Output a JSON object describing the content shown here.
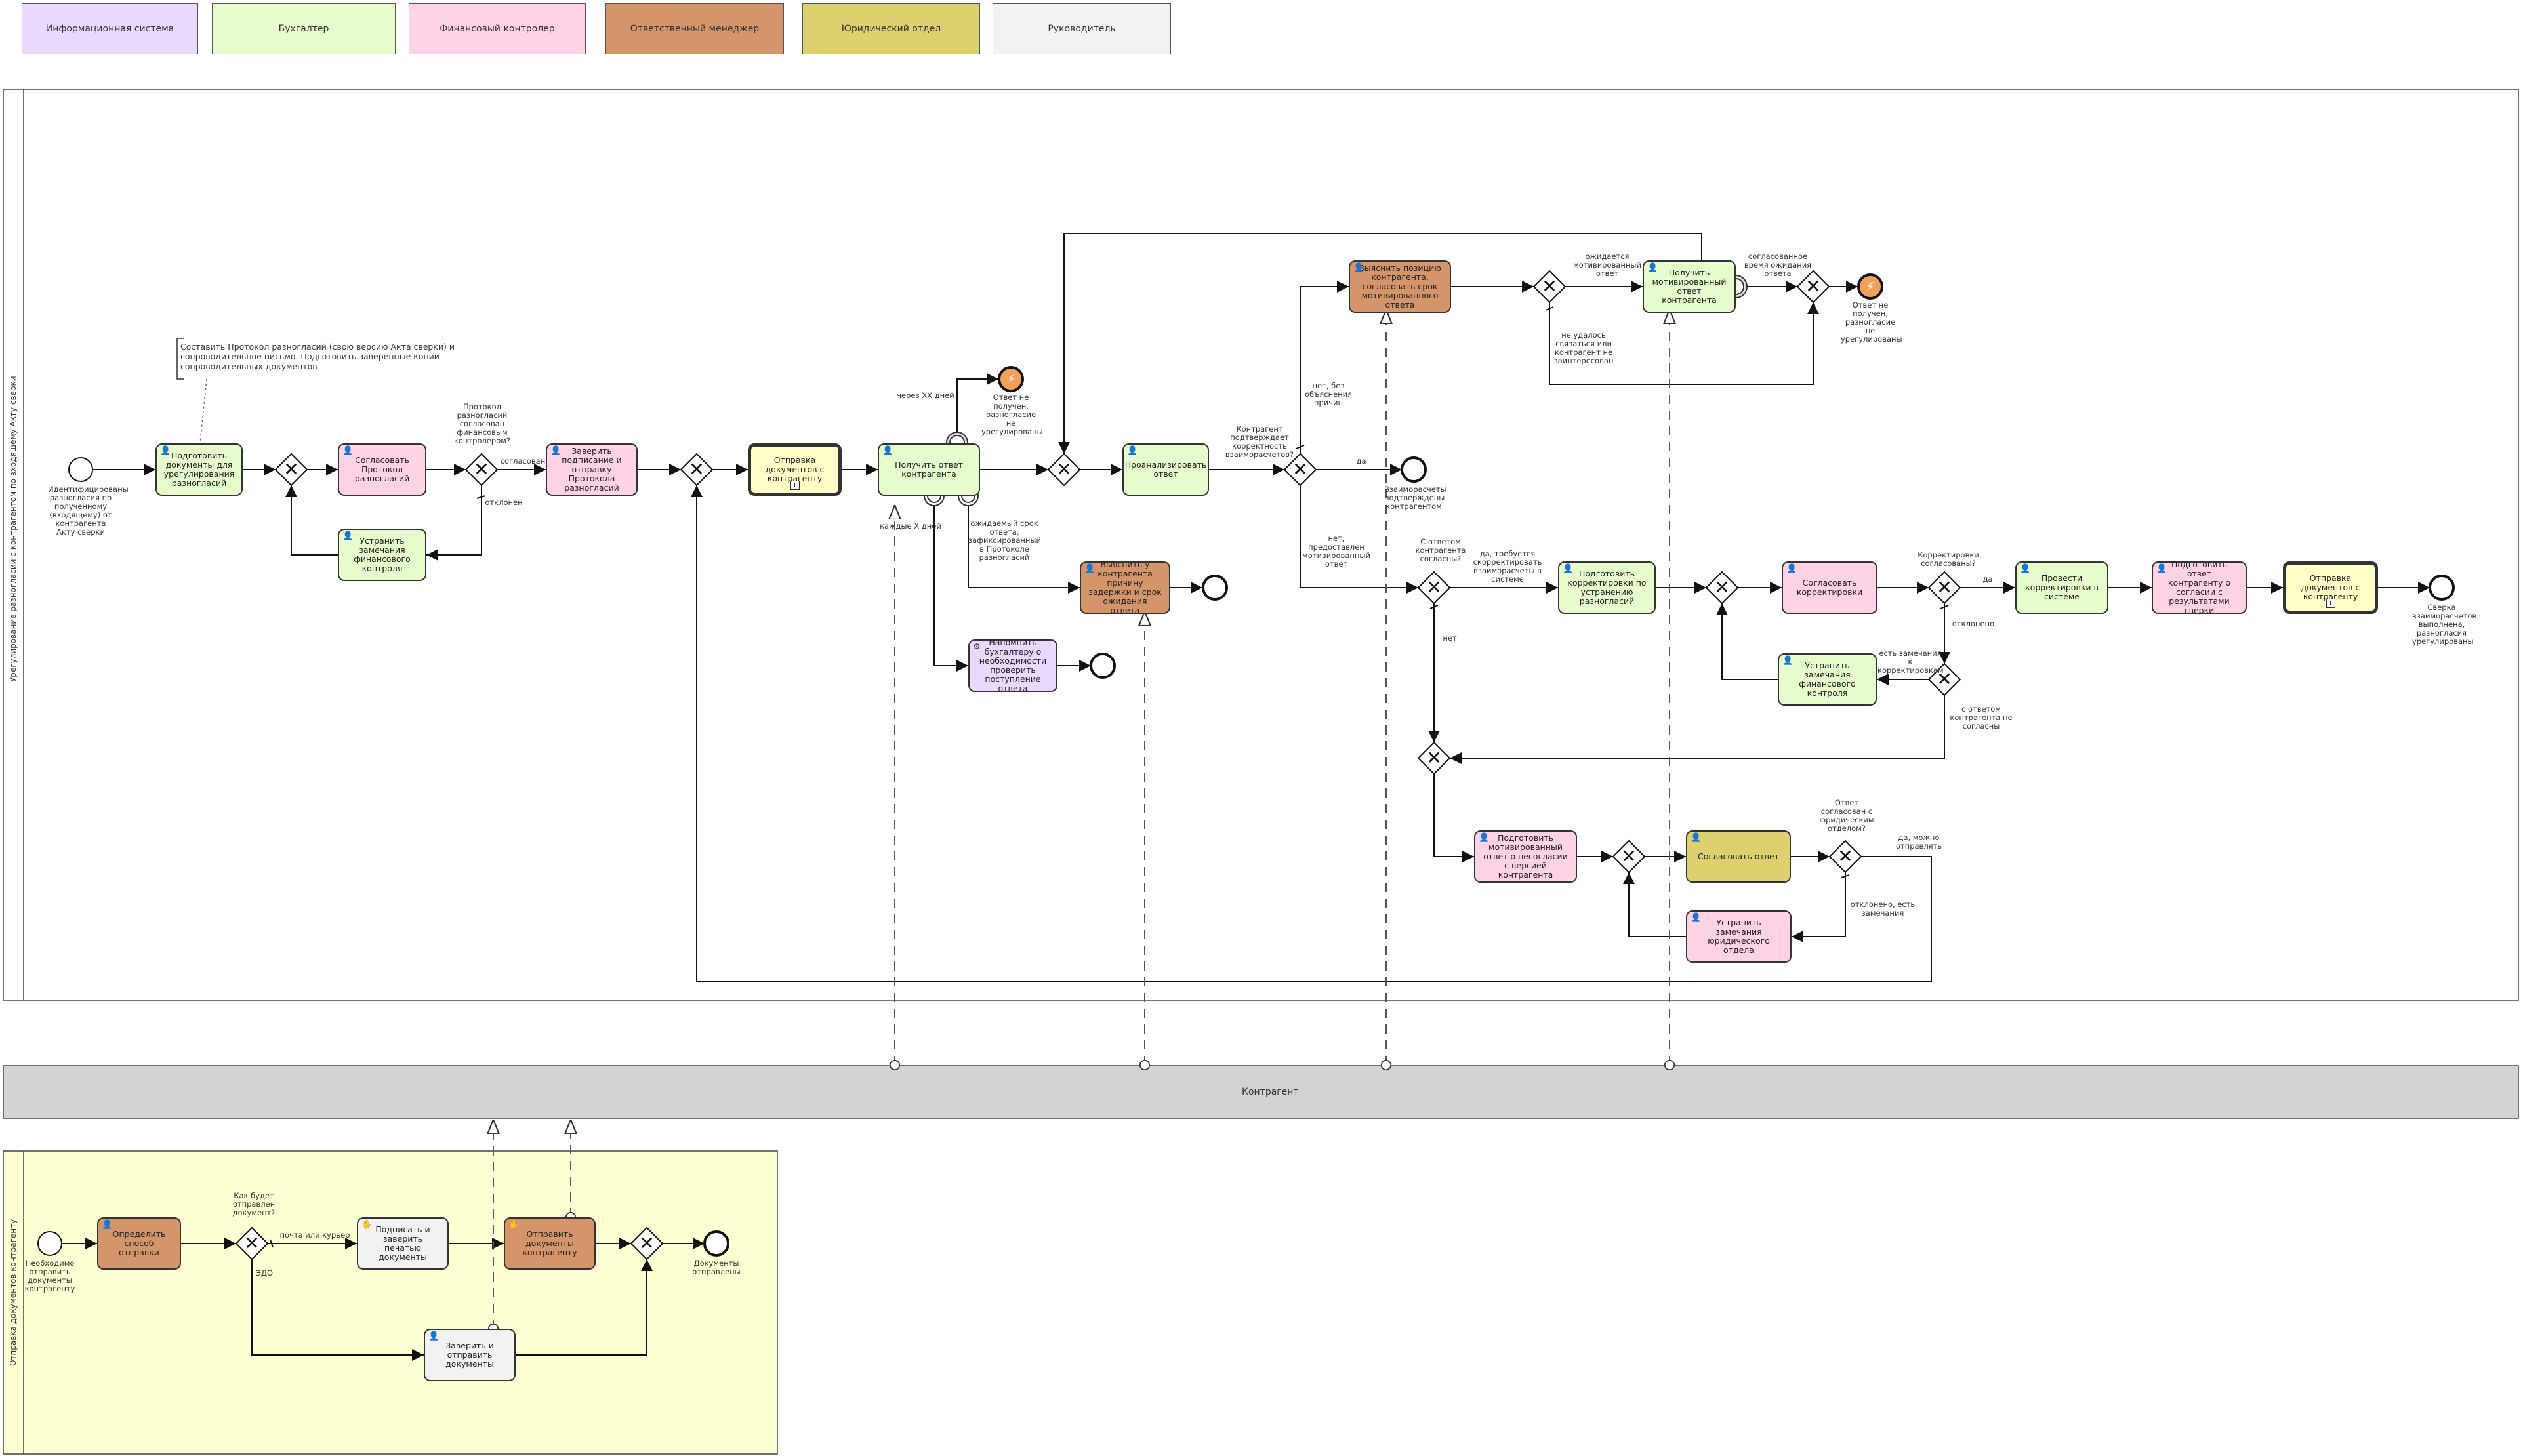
{
  "colors": {
    "info_system": "#e9d8ff",
    "accountant": "#e6fccc",
    "fin_controller": "#ffd2e6",
    "manager": "#d4956a",
    "legal": "#ddd06e",
    "head": "#f2f2f2",
    "counterparty_pool": "#d3d3d3",
    "sending_pool": "#ffffd4",
    "subprocess": "#ffffc8",
    "error_event": "#f2a15a"
  },
  "legend": {
    "info_system": "Информационная система",
    "accountant": "Бухгалтер",
    "fin_controller": "Финансовый контролер",
    "manager": "Ответственный менеджер",
    "legal": "Юридический отдел",
    "head": "Руководитель"
  },
  "pools": {
    "main_title": "Урегулирование разногласий  с контрагентом по входящему Акту сверки",
    "counterparty": "Контрагент",
    "sending_title": "Отправка документов контрагенту"
  },
  "annotation": "Составить Протокол разногласий (свою версию Акта сверки) и сопроводительное письмо. Подготовить заверенные копии сопроводительных документов",
  "tasks": {
    "t_prepare_docs": "Подготовить документы для урегулирования разногласий",
    "t_agree_protocol": "Согласовать Протокол разногласий",
    "t_fix_fin_1": "Устранить замечания финансового контроля",
    "t_certify_send": "Заверить подписание и отправку Протокола разногласий",
    "t_send_sub_1": "Отправка документов с контрагенту",
    "t_get_reply": "Получить ответ контрагента",
    "t_remind": "Напомнить бухгалтеру о необходимости проверить поступление ответа",
    "t_find_reason": "Выяснить у контрагента причину задержки и срок ожидания ответа",
    "t_analyze": "Проанализировать ответ",
    "t_find_position": "Выяснить позицию контрагента, согласовать срок мотивированного ответа",
    "t_get_motivated": "Получить мотивированный ответ контрагента",
    "t_prepare_adjust": "Подготовить корректировки по устранению разногласий",
    "t_agree_adjust": "Согласовать корректировки",
    "t_fix_fin_2": "Устранить замечания финансового контроля",
    "t_do_adjust": "Провести корректировки в системе",
    "t_prepare_answer": "Подготовить ответ контрагенту о согласии с результатами сверки",
    "t_send_sub_2": "Отправка документов с контрагенту",
    "t_prepare_disagree": "Подготовить мотивированный ответ о несогласии с версией контрагента",
    "t_agree_answer": "Согласовать ответ",
    "t_fix_legal": "Устранить замечания юридического отдела",
    "s_define_method": "Определить способ отправки",
    "s_sign_print": "Подписать и заверить печатью документы",
    "s_send_docs": "Отправить документы контрагенту",
    "s_certify_docs": "Заверить и отправить документы"
  },
  "events": {
    "start_main": "Идентифицированы разногласия по полученному (входящему) от контрагента Акту сверки",
    "err_no_answer_1": "Ответ не получен, разногласие не урегулированы",
    "err_no_answer_2": "Ответ не получен, разногласие не урегулированы",
    "end_confirmed": "Взаиморасчеты подтверждены контрагентом",
    "end_reconciled": "Сверка взаиморасчетов выполнена, разногласия урегулированы",
    "start_send": "Необходимо отправить документы контрагенту",
    "end_sent": "Документы отправлены"
  },
  "flow_labels": {
    "q_protocol": "Протокол разногласий согласован финансовым контролером?",
    "agreed": "согласован",
    "rejected": "отклонен",
    "in_xx_days": "через XX дней",
    "every_x_days": "каждые X дней",
    "expected_term": "ожидаемый срок ответа, зафиксированный в Протоколе разногласий",
    "q_confirms": "Контрагент подтверждает корректность взаиморасчетов?",
    "yes": "да",
    "no_without_reason": "нет, без объяснения причин",
    "no_motivated": "нет, предоставлен мотивированный ответ",
    "expected_motivated": "ожидается мотивированный ответ",
    "could_not_contact": "не удалось связаться или контрагент не заинтересован",
    "agreed_wait_time": "согласованное время ожидания ответа",
    "q_agree_with_reply": "С ответом контрагента согласны?",
    "yes_adjust": "да, требуется скорректировать взаиморасчеты в системе",
    "no": "нет",
    "q_adjust_agreed": "Корректировки согласованы?",
    "yes2": "да",
    "rejected2": "отклонено",
    "has_remarks": "есть замечания к корректировкам",
    "disagree_reply": "с ответом контрагента не согласны",
    "q_legal_agreed": "Ответ согласован с юридическим отделом?",
    "yes_send": "да, можно отправлять",
    "rejected_remarks": "отклонено, есть замечания",
    "q_how_send": "Как будет отправлен документ?",
    "mail_courier": "почта или курьер",
    "edo": "ЭДО"
  }
}
